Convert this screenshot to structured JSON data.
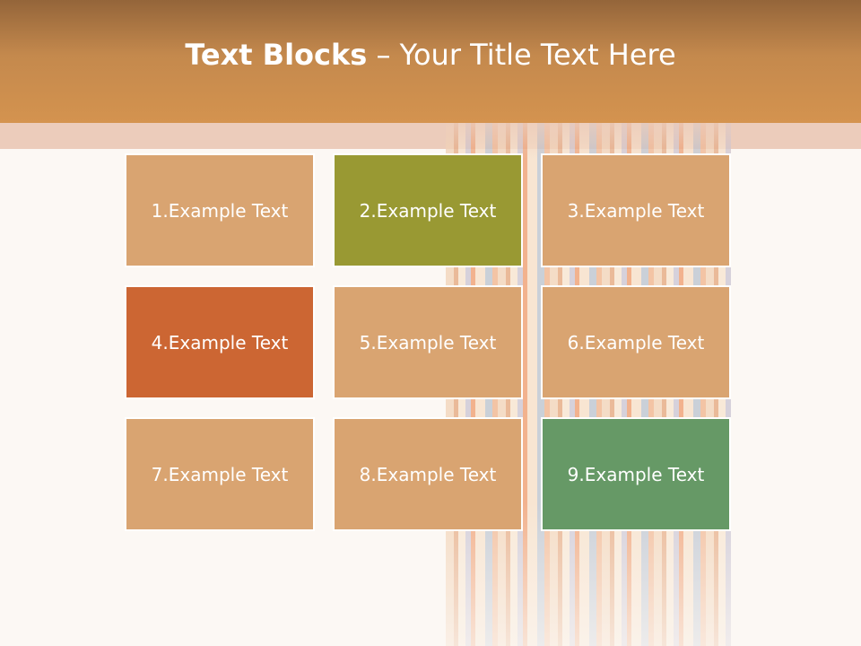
{
  "slide": {
    "title_bold": "Text Blocks",
    "title_dash": "–",
    "title_rest": "Your Title Text Here"
  },
  "blocks": [
    {
      "label": "1.Example Text",
      "color": "#d9a471"
    },
    {
      "label": "2.Example Text",
      "color": "#999933"
    },
    {
      "label": "3.Example Text",
      "color": "#d9a471"
    },
    {
      "label": "4.Example Text",
      "color": "#cc6633"
    },
    {
      "label": "5.Example Text",
      "color": "#d9a471"
    },
    {
      "label": "6.Example Text",
      "color": "#d9a471"
    },
    {
      "label": "7.Example Text",
      "color": "#d9a471"
    },
    {
      "label": "8.Example Text",
      "color": "#d9a471"
    },
    {
      "label": "9.Example Text",
      "color": "#669966"
    }
  ],
  "colors": {
    "header": "#c4894d",
    "band": "#ecccbb",
    "background": "#fcf8f4"
  }
}
